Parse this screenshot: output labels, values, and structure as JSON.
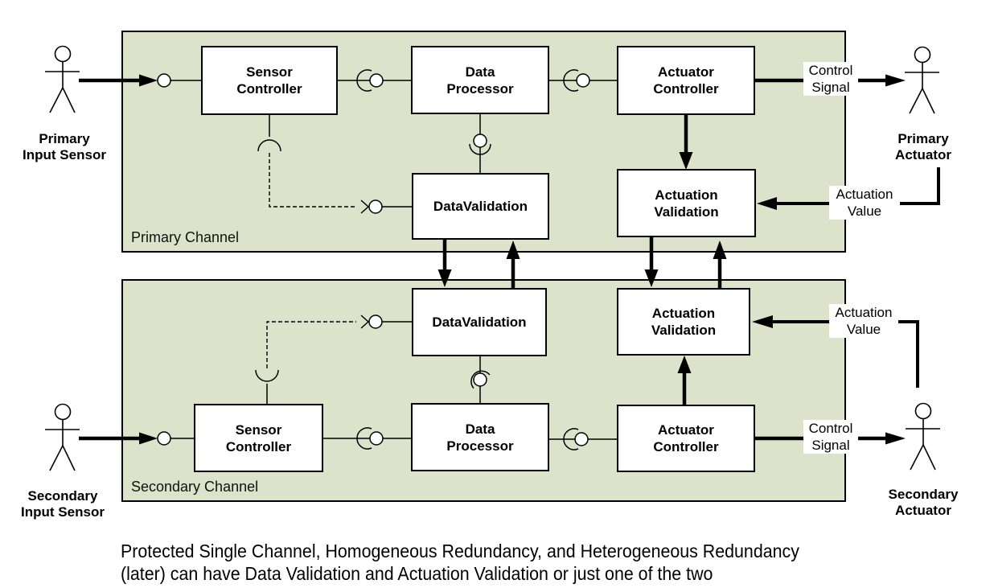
{
  "channels": {
    "primary": "Primary Channel",
    "secondary": "Secondary Channel"
  },
  "components": {
    "primary_sensor_controller": "Sensor\nController",
    "primary_data_processor": "Data\nProcessor",
    "primary_actuator_controller": "Actuator\nController",
    "primary_data_validation": "DataValidation",
    "primary_actuation_validation": "Actuation\nValidation",
    "secondary_data_validation": "DataValidation",
    "secondary_actuation_validation": "Actuation\nValidation",
    "secondary_sensor_controller": "Sensor\nController",
    "secondary_data_processor": "Data\nProcessor",
    "secondary_actuator_controller": "Actuator\nController"
  },
  "actors": {
    "primary_input_sensor": "Primary\nInput Sensor",
    "primary_actuator": "Primary\nActuator",
    "secondary_input_sensor": "Secondary\nInput Sensor",
    "secondary_actuator": "Secondary\nActuator"
  },
  "flow_labels": {
    "primary_control_signal": "Control\nSignal",
    "primary_actuation_value": "Actuation\nValue",
    "secondary_control_signal": "Control\nSignal",
    "secondary_actuation_value": "Actuation\nValue"
  },
  "caption": "Protected Single Channel, Homogeneous Redundancy, and Heterogeneous Redundancy\n(later) can have Data Validation and Actuation Validation or just one of the two",
  "colors": {
    "channel_fill": "#dde2cb",
    "line": "#000000",
    "component_fill": "#ffffff"
  }
}
